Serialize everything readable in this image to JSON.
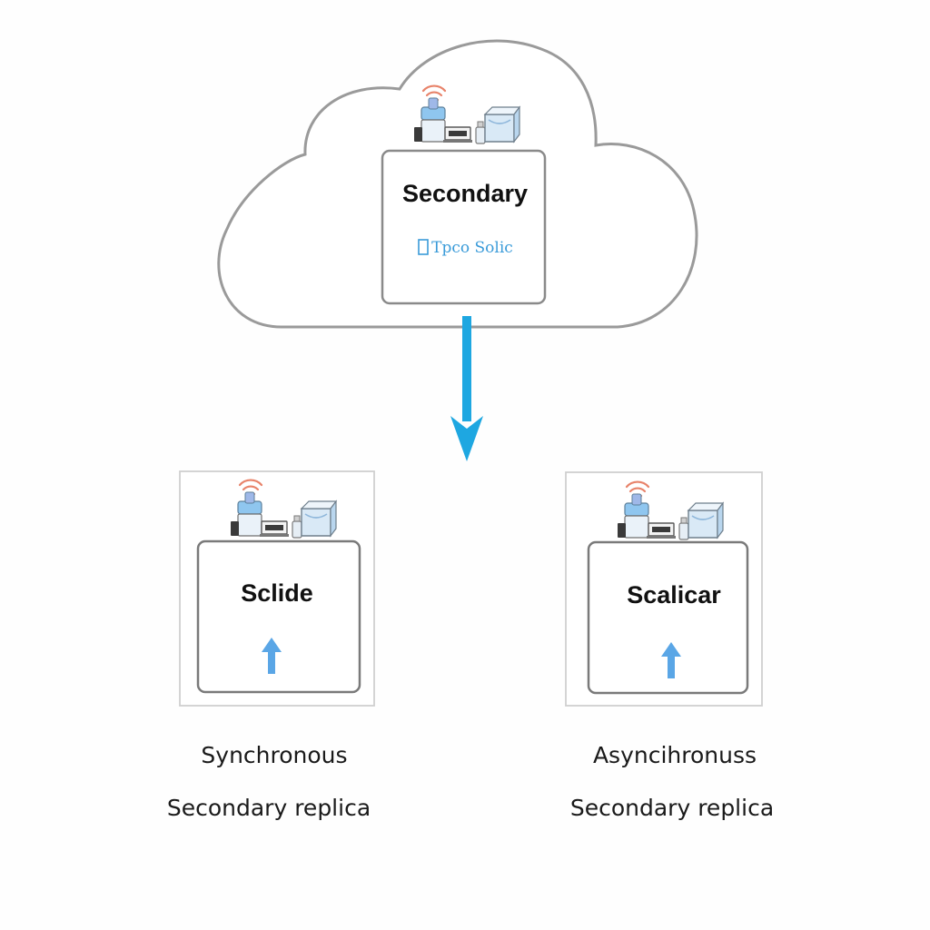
{
  "colors": {
    "outline": "#8a8a8a",
    "panel_border": "#c9c9c9",
    "arrow": "#1ea7e1",
    "up_arrow": "#5aa6e6",
    "wifi": "#e8836a",
    "device_blue": "#8fc6ef",
    "device_dark": "#3a3a3a",
    "device_light": "#d9e9f6"
  },
  "icons": {
    "cloud": "cloud-icon",
    "devices": "server-devices-icon",
    "wifi": "wifi-signal-icon",
    "small_tag": "tag-icon",
    "flow_arrow": "arrow-down-icon",
    "replica_arrow": "arrow-up-icon"
  },
  "primary": {
    "title": "Secondary",
    "subtitle": "Tpco Solic"
  },
  "replicas": [
    {
      "title": "Sclide",
      "caption_line1": "Synchronous",
      "caption_line2": "Secondary replica"
    },
    {
      "title": "Scalicar",
      "caption_line1": "Asyncihronuss",
      "caption_line2": "Secondary replica"
    }
  ]
}
